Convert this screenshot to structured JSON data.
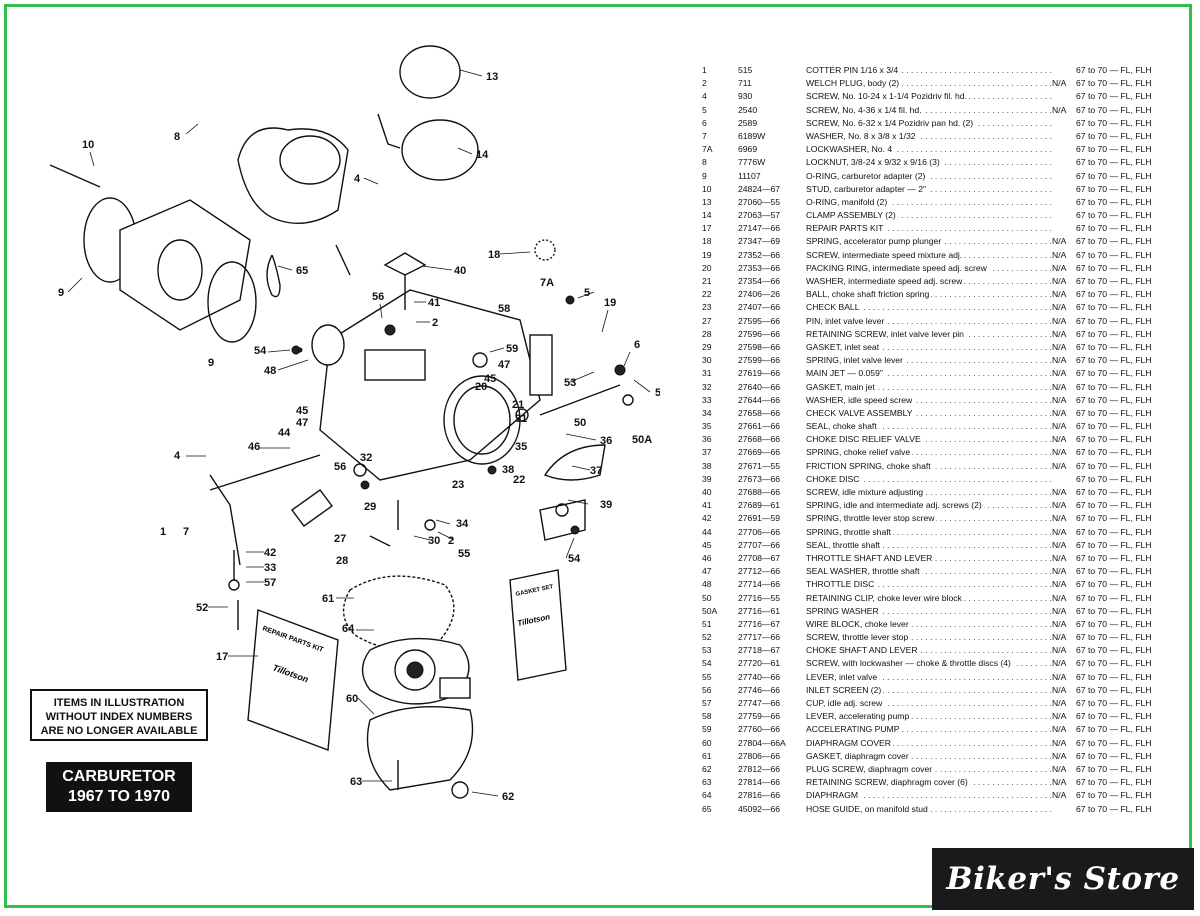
{
  "notice": {
    "line1": "ITEMS IN ILLUSTRATION",
    "line2": "WITHOUT INDEX NUMBERS",
    "line3": "ARE NO LONGER AVAILABLE"
  },
  "title": {
    "line1": "CARBURETOR",
    "line2": "1967 TO 1970"
  },
  "kit_labels": {
    "repair_kit": "REPAIR PARTS KIT",
    "gasket_set": "GASKET SET",
    "brand": "Tillotson"
  },
  "logo": "Biker's Store",
  "callouts": [
    "13",
    "8",
    "10",
    "14",
    "4",
    "9",
    "65",
    "40",
    "18",
    "7A",
    "5",
    "56",
    "41",
    "2",
    "58",
    "19",
    "6",
    "54",
    "48",
    "59",
    "47",
    "45",
    "20",
    "21",
    "53",
    "51",
    "31",
    "50",
    "36",
    "50A",
    "35",
    "44",
    "46",
    "4",
    "32",
    "22",
    "38",
    "37",
    "56",
    "45",
    "47",
    "1",
    "7",
    "23",
    "39",
    "29",
    "34",
    "27",
    "30",
    "2",
    "28",
    "55",
    "54",
    "42",
    "33",
    "57",
    "52",
    "61",
    "64",
    "17",
    "60",
    "63",
    "62",
    "9"
  ],
  "parts": [
    {
      "idx": "1",
      "pn": "515",
      "desc": "COTTER PIN 1/16 x 3/4",
      "na": "",
      "years": "67 to 70 — FL, FLH"
    },
    {
      "idx": "2",
      "pn": "711",
      "desc": "WELCH PLUG, body (2)",
      "na": "N/A",
      "years": "67 to 70 — FL, FLH"
    },
    {
      "idx": "4",
      "pn": "930",
      "desc": "SCREW, No. 10-24 x 1-1/4 Pozidriv fil. hd.",
      "na": "",
      "years": "67 to 70 — FL, FLH"
    },
    {
      "idx": "5",
      "pn": "2540",
      "desc": "SCREW, No. 4-36 x 1/4 fil. hd.",
      "na": "N/A",
      "years": "67 to 70 — FL, FLH"
    },
    {
      "idx": "6",
      "pn": "2589",
      "desc": "SCREW, No. 6-32 x 1/4 Pozidriv pan hd. (2)",
      "na": "",
      "years": "67 to 70 — FL, FLH"
    },
    {
      "idx": "7",
      "pn": "6189W",
      "desc": "WASHER, No. 8 x 3/8 x 1/32",
      "na": "",
      "years": "67 to 70 — FL, FLH"
    },
    {
      "idx": "7A",
      "pn": "6969",
      "desc": "LOCKWASHER, No. 4",
      "na": "",
      "years": "67 to 70 — FL, FLH"
    },
    {
      "idx": "8",
      "pn": "7776W",
      "desc": "LOCKNUT, 3/8-24 x 9/32 x 9/16 (3)",
      "na": "",
      "years": "67 to 70 — FL, FLH"
    },
    {
      "idx": "9",
      "pn": "11107",
      "desc": "O-RING, carburetor adapter (2)",
      "na": "",
      "years": "67 to 70 — FL, FLH"
    },
    {
      "idx": "10",
      "pn": "24824—67",
      "desc": "STUD, carburetor adapter — 2\"",
      "na": "",
      "years": "67 to 70 — FL, FLH"
    },
    {
      "idx": "13",
      "pn": "27060—55",
      "desc": "O-RING, manifold (2)",
      "na": "",
      "years": "67 to 70 — FL, FLH"
    },
    {
      "idx": "14",
      "pn": "27063—57",
      "desc": "CLAMP ASSEMBLY (2)",
      "na": "",
      "years": "67 to 70 — FL, FLH"
    },
    {
      "idx": "17",
      "pn": "27147—66",
      "desc": "REPAIR PARTS KIT",
      "na": "",
      "years": "67 to 70 — FL, FLH"
    },
    {
      "idx": "18",
      "pn": "27347—69",
      "desc": "SPRING, accelerator pump plunger",
      "na": "N/A",
      "years": "67 to 70 — FL, FLH"
    },
    {
      "idx": "19",
      "pn": "27352—66",
      "desc": "SCREW, intermediate speed mixture adj.",
      "na": "N/A",
      "years": "67 to 70 — FL, FLH"
    },
    {
      "idx": "20",
      "pn": "27353—66",
      "desc": "PACKING RING, intermediate speed adj. screw",
      "na": "N/A",
      "years": "67 to 70 — FL, FLH"
    },
    {
      "idx": "21",
      "pn": "27354—66",
      "desc": "WASHER, intermediate speed adj. screw",
      "na": "N/A",
      "years": "67 to 70 — FL, FLH"
    },
    {
      "idx": "22",
      "pn": "27406—26",
      "desc": "BALL, choke shaft friction spring",
      "na": "N/A",
      "years": "67 to 70 — FL, FLH"
    },
    {
      "idx": "23",
      "pn": "27407—66",
      "desc": "CHECK BALL",
      "na": "N/A",
      "years": "67 to 70 — FL, FLH"
    },
    {
      "idx": "27",
      "pn": "27595—66",
      "desc": "PIN, inlet valve lever",
      "na": "N/A",
      "years": "67 to 70 — FL, FLH"
    },
    {
      "idx": "28",
      "pn": "27596—66",
      "desc": "RETAINING SCREW, inlet valve lever pin",
      "na": "N/A",
      "years": "67 to 70 — FL, FLH"
    },
    {
      "idx": "29",
      "pn": "27598—66",
      "desc": "GASKET, inlet seat",
      "na": "N/A",
      "years": "67 to 70 — FL, FLH"
    },
    {
      "idx": "30",
      "pn": "27599—66",
      "desc": "SPRING, inlet valve lever",
      "na": "N/A",
      "years": "67 to 70 — FL, FLH"
    },
    {
      "idx": "31",
      "pn": "27619—66",
      "desc": "MAIN JET — 0.059\"",
      "na": "N/A",
      "years": "67 to 70 — FL, FLH"
    },
    {
      "idx": "32",
      "pn": "27640—66",
      "desc": "GASKET, main jet",
      "na": "N/A",
      "years": "67 to 70 — FL, FLH"
    },
    {
      "idx": "33",
      "pn": "27644—66",
      "desc": "WASHER, idle speed screw",
      "na": "N/A",
      "years": "67 to 70 — FL, FLH"
    },
    {
      "idx": "34",
      "pn": "27658—66",
      "desc": "CHECK VALVE ASSEMBLY",
      "na": "N/A",
      "years": "67 to 70 — FL, FLH"
    },
    {
      "idx": "35",
      "pn": "27661—66",
      "desc": "SEAL, choke shaft",
      "na": "N/A",
      "years": "67 to 70 — FL, FLH"
    },
    {
      "idx": "36",
      "pn": "27668—66",
      "desc": "CHOKE DISC RELIEF VALVE",
      "na": "N/A",
      "years": "67 to 70 — FL, FLH"
    },
    {
      "idx": "37",
      "pn": "27669—66",
      "desc": "SPRING, choke relief valve",
      "na": "N/A",
      "years": "67 to 70 — FL, FLH"
    },
    {
      "idx": "38",
      "pn": "27671—55",
      "desc": "FRICTION SPRING, choke shaft",
      "na": "N/A",
      "years": "67 to 70 — FL, FLH"
    },
    {
      "idx": "39",
      "pn": "27673—66",
      "desc": "CHOKE DISC",
      "na": "",
      "years": "67 to 70 — FL, FLH"
    },
    {
      "idx": "40",
      "pn": "27688—66",
      "desc": "SCREW, idle mixture adjusting",
      "na": "N/A",
      "years": "67 to 70 — FL, FLH"
    },
    {
      "idx": "41",
      "pn": "27689—61",
      "desc": "SPRING, idle and intermediate adj. screws (2)",
      "na": "N/A",
      "years": "67 to 70 — FL, FLH"
    },
    {
      "idx": "42",
      "pn": "27691—59",
      "desc": "SPRING, throttle lever stop screw",
      "na": "N/A",
      "years": "67 to 70 — FL, FLH"
    },
    {
      "idx": "44",
      "pn": "27706—66",
      "desc": "SPRING, throttle shaft",
      "na": "N/A",
      "years": "67 to 70 — FL, FLH"
    },
    {
      "idx": "45",
      "pn": "27707—66",
      "desc": "SEAL, throttle shaft",
      "na": "N/A",
      "years": "67 to 70 — FL, FLH"
    },
    {
      "idx": "46",
      "pn": "27708—67",
      "desc": "THROTTLE SHAFT AND LEVER",
      "na": "N/A",
      "years": "67 to 70 — FL, FLH"
    },
    {
      "idx": "47",
      "pn": "27712—66",
      "desc": "SEAL WASHER, throttle shaft",
      "na": "N/A",
      "years": "67 to 70 — FL, FLH"
    },
    {
      "idx": "48",
      "pn": "27714—66",
      "desc": "THROTTLE DISC",
      "na": "N/A",
      "years": "67 to 70 — FL, FLH"
    },
    {
      "idx": "50",
      "pn": "27716—55",
      "desc": "RETAINING CLIP, choke lever wire block",
      "na": "N/A",
      "years": "67 to 70 — FL, FLH"
    },
    {
      "idx": "50A",
      "pn": "27716—61",
      "desc": "SPRING WASHER",
      "na": "N/A",
      "years": "67 to 70 — FL, FLH"
    },
    {
      "idx": "51",
      "pn": "27716—67",
      "desc": "WIRE BLOCK, choke lever",
      "na": "N/A",
      "years": "67 to 70 — FL, FLH"
    },
    {
      "idx": "52",
      "pn": "27717—66",
      "desc": "SCREW, throttle lever stop",
      "na": "N/A",
      "years": "67 to 70 — FL, FLH"
    },
    {
      "idx": "53",
      "pn": "27718—67",
      "desc": "CHOKE SHAFT AND LEVER",
      "na": "N/A",
      "years": "67 to 70 — FL, FLH"
    },
    {
      "idx": "54",
      "pn": "27720—61",
      "desc": "SCREW, with lockwasher — choke & throttle discs (4)",
      "na": "N/A",
      "years": "67 to 70 — FL, FLH"
    },
    {
      "idx": "55",
      "pn": "27740—66",
      "desc": "LEVER, inlet valve",
      "na": "N/A",
      "years": "67 to 70 — FL, FLH"
    },
    {
      "idx": "56",
      "pn": "27746—66",
      "desc": "INLET SCREEN (2)",
      "na": "N/A",
      "years": "67 to 70 — FL, FLH"
    },
    {
      "idx": "57",
      "pn": "27747—66",
      "desc": "CUP, idle adj. screw",
      "na": "N/A",
      "years": "67 to 70 — FL, FLH"
    },
    {
      "idx": "58",
      "pn": "27759—66",
      "desc": "LEVER, accelerating pump",
      "na": "N/A",
      "years": "67 to 70 — FL, FLH"
    },
    {
      "idx": "59",
      "pn": "27760—66",
      "desc": "ACCELERATING PUMP",
      "na": "N/A",
      "years": "67 to 70 — FL, FLH"
    },
    {
      "idx": "60",
      "pn": "27804—66A",
      "desc": "DIAPHRAGM COVER",
      "na": "N/A",
      "years": "67 to 70 — FL, FLH"
    },
    {
      "idx": "61",
      "pn": "27806—66",
      "desc": "GASKET, diaphragm cover",
      "na": "N/A",
      "years": "67 to 70 — FL, FLH"
    },
    {
      "idx": "62",
      "pn": "27812—66",
      "desc": "PLUG SCREW, diaphragm cover",
      "na": "N/A",
      "years": "67 to 70 — FL, FLH"
    },
    {
      "idx": "63",
      "pn": "27814—66",
      "desc": "RETAINING SCREW, diaphragm cover (6)",
      "na": "N/A",
      "years": "67 to 70 — FL, FLH"
    },
    {
      "idx": "64",
      "pn": "27816—66",
      "desc": "DIAPHRAGM",
      "na": "N/A",
      "years": "67 to 70 — FL, FLH"
    },
    {
      "idx": "65",
      "pn": "45092—66",
      "desc": "HOSE GUIDE, on manifold stud",
      "na": "",
      "years": "67 to 70 — FL, FLH"
    }
  ]
}
